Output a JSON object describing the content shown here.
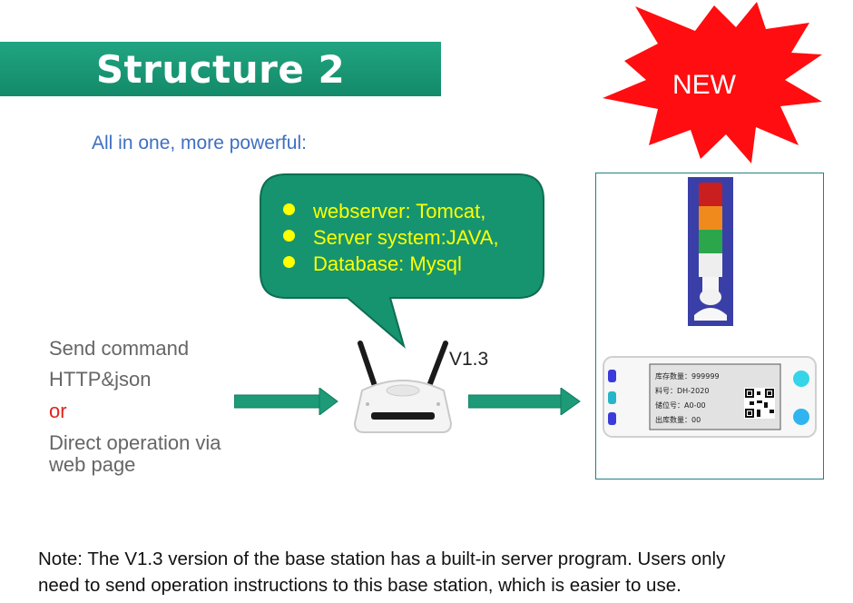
{
  "title": "Structure 2",
  "subtitle": "All in one, more powerful:",
  "badge": "NEW",
  "features": [
    "webserver: Tomcat,",
    "Server system:JAVA,",
    "Database: Mysql"
  ],
  "left_text": {
    "line1": "Send command",
    "line2": "HTTP&json",
    "or": "or",
    "line3": "Direct operation via",
    "line4": "web page"
  },
  "version": "V1.3",
  "esl_label": {
    "row1": "库存数量：999999",
    "row2": "料号：DH-2020",
    "row3": "储位号：A0-00",
    "row4": "出库数量：00"
  },
  "note": {
    "line1": "Note: The V1.3 version of the base station has a built-in server program. Users only",
    "line2": "need to send operation instructions to this base station, which is easier to use."
  },
  "colors": {
    "banner": "#17976f",
    "subtitle": "#3f6fc2",
    "burst": "#ff0d10",
    "bubble": "#16946f",
    "feature_text": "#ffff00",
    "or_text": "#e2231a",
    "arrow": "#1d9a78",
    "frame": "#1f7f86"
  },
  "icons": {
    "router": "router-icon",
    "tower_light": "tower-light-icon",
    "esl_tag": "esl-tag-icon",
    "arrow": "arrow-right-icon"
  }
}
